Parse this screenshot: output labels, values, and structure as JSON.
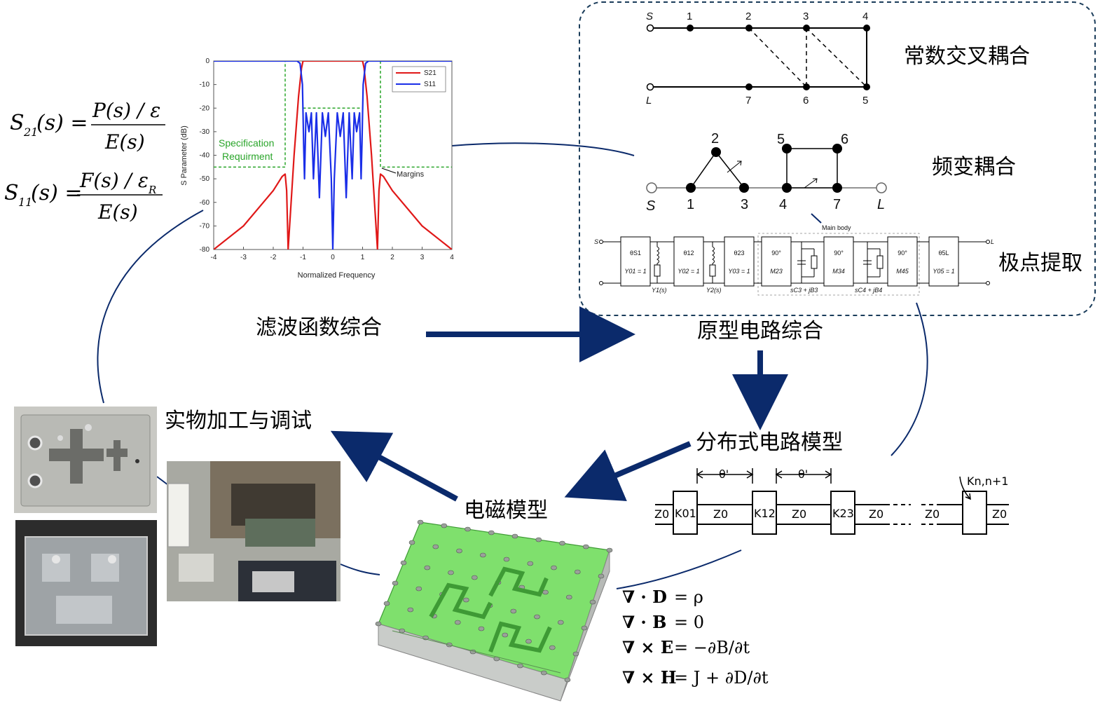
{
  "colors": {
    "navy": "#0b2a6b",
    "s21": "#e01818",
    "s11": "#1a2ee8",
    "spec_green": "#2aa52a",
    "em_green": "#6fdc5e"
  },
  "formulas": {
    "s21_lhs": "S",
    "s21_sub": "21",
    "s21_arg": "(s) =",
    "s21_num": "P(s) / ε",
    "s21_den": "E(s)",
    "s11_lhs": "S",
    "s11_sub": "11",
    "s11_arg": "(s) =",
    "s11_num": "F(s) / ε",
    "s11_num_sub": "R",
    "s11_den": "E(s)"
  },
  "chart": {
    "ylabel": "S Parameter (dB)",
    "xlabel": "Normalized Frequency",
    "yticks": [
      "0",
      "-10",
      "-20",
      "-30",
      "-40",
      "-50",
      "-60",
      "-70",
      "-80"
    ],
    "xticks": [
      "-4",
      "-3",
      "-2",
      "-1",
      "0",
      "1",
      "2",
      "3",
      "4"
    ],
    "legend": [
      "S21",
      "S11"
    ],
    "spec_label_1": "Specification",
    "spec_label_2": "Requirment",
    "margins_label": "Margins"
  },
  "chart_data": {
    "type": "line",
    "xlabel": "Normalized Frequency",
    "ylabel": "S Parameter (dB)",
    "xlim": [
      -4,
      4
    ],
    "ylim": [
      -80,
      0
    ],
    "series": [
      {
        "name": "S21",
        "x": [
          -4,
          -3,
          -2,
          -1.7,
          -1.6,
          -1.55,
          -1.5,
          -1.3,
          -1.15,
          -1.05,
          -1,
          0,
          1,
          1.05,
          1.15,
          1.3,
          1.5,
          1.55,
          1.6,
          1.7,
          2,
          3,
          4
        ],
        "y": [
          -80,
          -70,
          -55,
          -49,
          -48,
          -55,
          -80,
          -40,
          -15,
          -3,
          0,
          0,
          0,
          -3,
          -15,
          -40,
          -80,
          -55,
          -48,
          -49,
          -55,
          -70,
          -80
        ]
      },
      {
        "name": "S11",
        "x": [
          -4,
          -1.2,
          -1.1,
          -1.02,
          -1,
          -0.98,
          -0.95,
          -0.9,
          -0.8,
          -0.72,
          -0.65,
          -0.55,
          -0.45,
          -0.35,
          -0.25,
          -0.15,
          -0.05,
          0,
          0.05,
          0.15,
          0.25,
          0.35,
          0.45,
          0.55,
          0.65,
          0.72,
          0.8,
          0.9,
          0.95,
          0.98,
          1,
          1.02,
          1.1,
          1.2,
          4
        ],
        "y": [
          0,
          0,
          -1,
          -10,
          -22,
          -35,
          -50,
          -22,
          -30,
          -22,
          -50,
          -22,
          -58,
          -22,
          -32,
          -22,
          -50,
          -80,
          -50,
          -22,
          -32,
          -22,
          -58,
          -22,
          -50,
          -22,
          -30,
          -22,
          -50,
          -35,
          -22,
          -10,
          -1,
          0,
          0
        ]
      }
    ],
    "spec_mask": {
      "passband_level": -20,
      "passband_edges": [
        -1,
        1
      ],
      "stopband_level": -45,
      "stopband_edges": [
        -1.6,
        1.6
      ]
    }
  },
  "labels": {
    "filter_synthesis": "滤波函数综合",
    "prototype_synthesis": "原型电路综合",
    "distributed_model": "分布式电路模型",
    "em_model": "电磁模型",
    "fabrication": "实物加工与调试",
    "const_cross_coupling": "常数交叉耦合",
    "freq_var_coupling": "频变耦合",
    "pole_extraction": "极点提取"
  },
  "topology1": {
    "S": "S",
    "L": "L",
    "top_nodes": [
      "1",
      "2",
      "3",
      "4"
    ],
    "bottom_nodes": [
      "7",
      "6",
      "5"
    ]
  },
  "topology2": {
    "S": "S",
    "L": "L",
    "nodes": [
      "2",
      "1",
      "3",
      "5",
      "6",
      "4",
      "7"
    ]
  },
  "pole_circuit": {
    "main_body": "Main body",
    "S": "S",
    "L": "L",
    "blocks": [
      {
        "top": "θS1",
        "bottom": "Y01 = 1"
      },
      {
        "top": "θ12",
        "bottom": "Y02 = 1"
      },
      {
        "top": "θ23",
        "bottom": "Y03 = 1"
      },
      {
        "top": "90°",
        "bottom": "M23"
      },
      {
        "top": "90°",
        "bottom": "M34"
      },
      {
        "top": "90°",
        "bottom": "M45"
      },
      {
        "top": "θ5L",
        "bottom": "Y05 = 1"
      }
    ],
    "shunt_labels": [
      "Y1(s)",
      "Y2(s)",
      "sC3 + jB3",
      "sC4 + jB4"
    ]
  },
  "dist_circuit": {
    "theta1": "θ'",
    "theta2": "θ'",
    "z0": "Z0",
    "k01": "K01",
    "k12": "K12",
    "k23": "K23",
    "kn": "Kn,n+1"
  },
  "maxwell": {
    "eq1_lhs": "∇ · D",
    "eq1_rhs": "= ρ",
    "eq2_lhs": "∇ · B",
    "eq2_rhs": "= 0",
    "eq3_lhs": "∇ × E",
    "eq3_rhs": "= −∂B/∂t",
    "eq4_lhs": "∇ × H",
    "eq4_rhs": "= J + ∂D/∂t"
  }
}
